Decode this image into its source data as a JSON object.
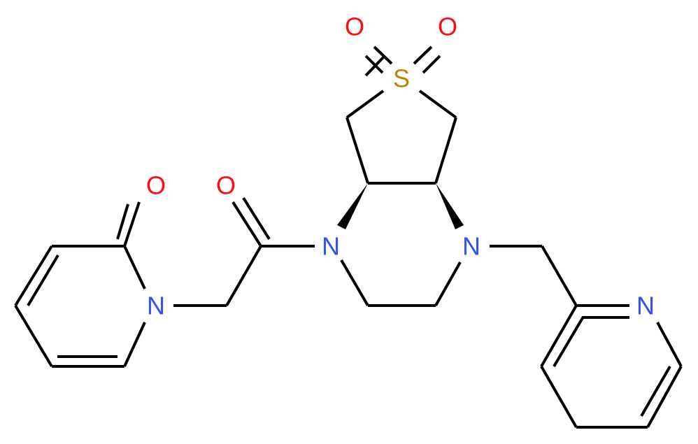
{
  "molecule": {
    "atoms": {
      "s1": {
        "label": "S",
        "color": "#b8860b"
      },
      "o_s_left": {
        "label": "O",
        "color": "#ff0d0d"
      },
      "o_s_right": {
        "label": "O",
        "color": "#ff0d0d"
      },
      "o_pyridone": {
        "label": "O",
        "color": "#ff0d0d"
      },
      "o_amide": {
        "label": "O",
        "color": "#ff0d0d"
      },
      "n_pyridone": {
        "label": "N",
        "color": "#3050f8"
      },
      "n_amide": {
        "label": "N",
        "color": "#3050f8"
      },
      "n_benzyl": {
        "label": "N",
        "color": "#3050f8"
      },
      "n_pyridine": {
        "label": "N",
        "color": "#3050f8"
      }
    },
    "bond_color": "#000000"
  }
}
